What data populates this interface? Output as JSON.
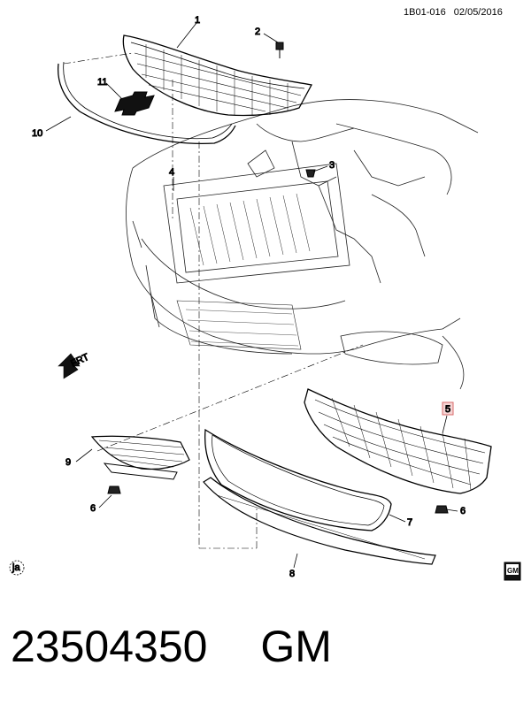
{
  "header": {
    "diagram_code": "1B01-016",
    "date": "02/05/2016"
  },
  "callouts": [
    {
      "id": "c1",
      "label": "1"
    },
    {
      "id": "c2",
      "label": "2"
    },
    {
      "id": "c3",
      "label": "3"
    },
    {
      "id": "c4",
      "label": "4"
    },
    {
      "id": "c5",
      "label": "5"
    },
    {
      "id": "c6a",
      "label": "6"
    },
    {
      "id": "c6b",
      "label": "6"
    },
    {
      "id": "c7",
      "label": "7"
    },
    {
      "id": "c8",
      "label": "8"
    },
    {
      "id": "c9",
      "label": "9"
    },
    {
      "id": "c10",
      "label": "10"
    },
    {
      "id": "c11",
      "label": "11"
    }
  ],
  "highlighted_callout": "5",
  "direction_label": "FRT",
  "badges": {
    "left_logo_text": "ja",
    "gm_logo_text": "GM"
  },
  "footer": {
    "part_number": "23504350",
    "brand": "GM"
  },
  "colors": {
    "line": "#000000",
    "highlight_fill": "#f5d5d5",
    "highlight_stroke": "#d86a6a"
  }
}
